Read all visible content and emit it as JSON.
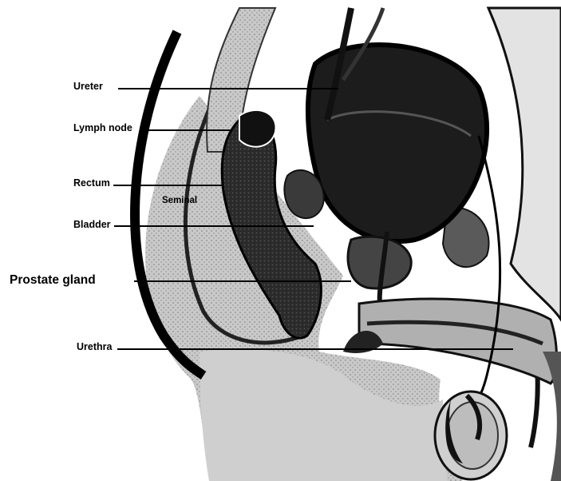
{
  "diagram": {
    "labels": {
      "ureter": "Ureter",
      "lymph_node": "Lymph node",
      "rectum": "Rectum",
      "seminal": "Seminal",
      "bladder": "Bladder",
      "prostate_gland": "Prostate gland",
      "urethra": "Urethra"
    }
  },
  "colors": {
    "ink": "#000000",
    "background": "#ffffff",
    "tissue_light": "#d9d9d9",
    "tissue_mid": "#9a9a9a",
    "tissue_dark": "#1a1a1a"
  }
}
